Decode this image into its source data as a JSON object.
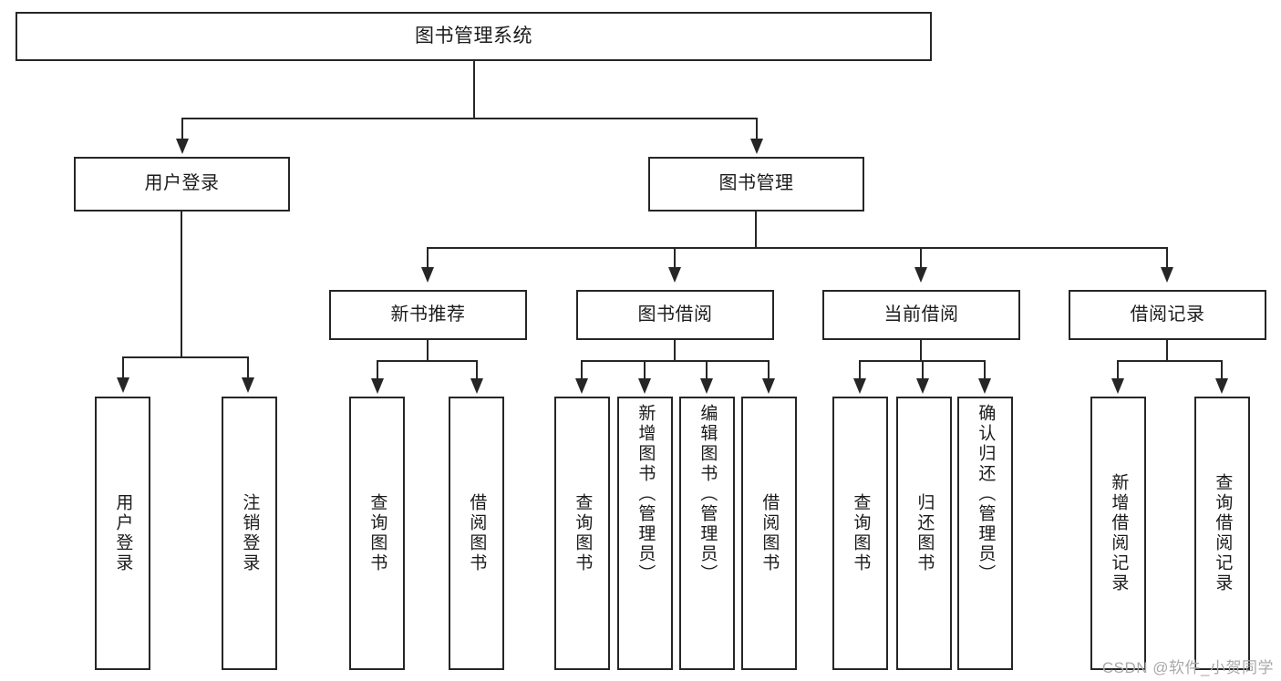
{
  "diagram": {
    "type": "tree-hierarchy-chart",
    "title": "图书管理系统",
    "background_color": "#ffffff",
    "border_color": "#262626",
    "text_color": "#1b1b1b",
    "root": {
      "id": "root",
      "label": "图书管理系统"
    },
    "level2": [
      {
        "id": "user-login",
        "label": "用户登录"
      },
      {
        "id": "book-management",
        "label": "图书管理"
      }
    ],
    "level3": [
      {
        "id": "new-book-recommend",
        "label": "新书推荐",
        "parent": "book-management"
      },
      {
        "id": "book-borrow",
        "label": "图书借阅",
        "parent": "book-management"
      },
      {
        "id": "current-borrow",
        "label": "当前借阅",
        "parent": "book-management"
      },
      {
        "id": "borrow-record",
        "label": "借阅记录",
        "parent": "book-management"
      }
    ],
    "leaves": [
      {
        "id": "leaf-user-login",
        "label": "用户登录",
        "parent": "user-login"
      },
      {
        "id": "leaf-logout-login",
        "label": "注销登录",
        "parent": "user-login"
      },
      {
        "id": "leaf-query-book-1",
        "label": "查询图书",
        "parent": "new-book-recommend"
      },
      {
        "id": "leaf-borrow-book-1",
        "label": "借阅图书",
        "parent": "new-book-recommend"
      },
      {
        "id": "leaf-query-book-2",
        "label": "查询图书",
        "parent": "book-borrow"
      },
      {
        "id": "leaf-add-book",
        "label": "新增图书（管理员）",
        "parent": "book-borrow"
      },
      {
        "id": "leaf-edit-book",
        "label": "编辑图书（管理员）",
        "parent": "book-borrow"
      },
      {
        "id": "leaf-borrow-book-2",
        "label": "借阅图书",
        "parent": "book-borrow"
      },
      {
        "id": "leaf-query-book-3",
        "label": "查询图书",
        "parent": "current-borrow"
      },
      {
        "id": "leaf-return-book",
        "label": "归还图书",
        "parent": "current-borrow"
      },
      {
        "id": "leaf-confirm-return",
        "label": "确认归还（管理员）",
        "parent": "current-borrow"
      },
      {
        "id": "leaf-add-record",
        "label": "新增借阅记录",
        "parent": "borrow-record"
      },
      {
        "id": "leaf-query-record",
        "label": "查询借阅记录",
        "parent": "borrow-record"
      }
    ]
  },
  "watermark": {
    "text": "CSDN @软件_小贺同学"
  }
}
